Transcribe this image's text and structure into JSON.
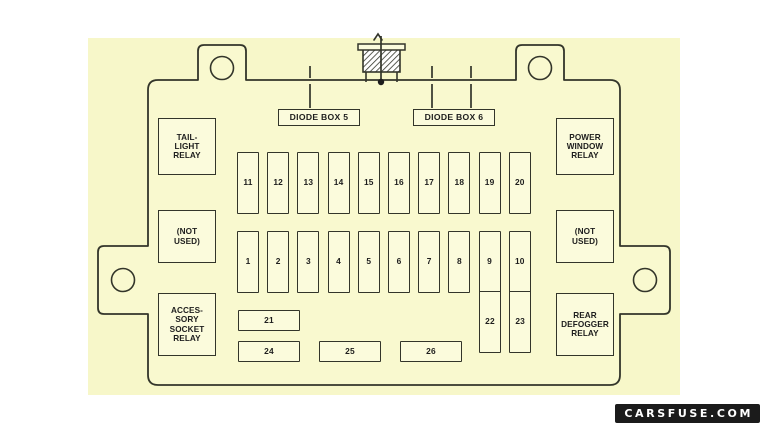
{
  "page": {
    "background_color": "#ffffff",
    "canvas_color": "#f7f7c9",
    "line_color": "#33352a",
    "fuse_fill_color": "#fbfbdc"
  },
  "watermark": {
    "text": "CARSFUSE.COM"
  },
  "connector": {
    "name": "hatched-connector"
  },
  "diode_boxes": [
    {
      "label": "DIODE BOX 5"
    },
    {
      "label": "DIODE BOX 6"
    }
  ],
  "relays_left": [
    {
      "label": "TAIL-\nLIGHT\nRELAY"
    },
    {
      "label": "(NOT\nUSED)"
    },
    {
      "label": "ACCES-\nSORY\nSOCKET\nRELAY"
    }
  ],
  "relays_right": [
    {
      "label": "POWER\nWINDOW\nRELAY"
    },
    {
      "label": "(NOT\nUSED)"
    },
    {
      "label": "REAR\nDEFOGGER\nRELAY"
    }
  ],
  "fuses_top_row": [
    {
      "label": "11"
    },
    {
      "label": "12"
    },
    {
      "label": "13"
    },
    {
      "label": "14"
    },
    {
      "label": "15"
    },
    {
      "label": "16"
    },
    {
      "label": "17"
    },
    {
      "label": "18"
    },
    {
      "label": "19"
    },
    {
      "label": "20"
    }
  ],
  "fuses_bottom_row": [
    {
      "label": "1"
    },
    {
      "label": "2"
    },
    {
      "label": "3"
    },
    {
      "label": "4"
    },
    {
      "label": "5"
    },
    {
      "label": "6"
    },
    {
      "label": "7"
    },
    {
      "label": "8"
    },
    {
      "label": "9"
    },
    {
      "label": "10"
    }
  ],
  "fuses_right_pair": [
    {
      "label": "22"
    },
    {
      "label": "23"
    }
  ],
  "fuses_horizontal": [
    {
      "label": "21"
    },
    {
      "label": "24"
    },
    {
      "label": "25"
    },
    {
      "label": "26"
    }
  ]
}
